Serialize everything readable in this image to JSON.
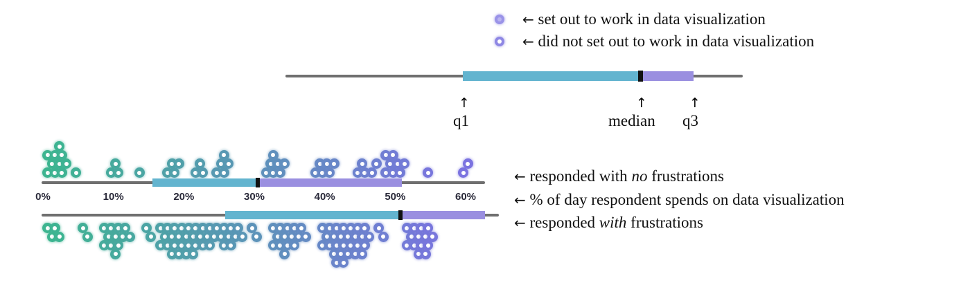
{
  "legend": {
    "items": [
      {
        "marker": "filled-circle-icon",
        "arrow": "←",
        "label": "set out to work in data visualization"
      },
      {
        "marker": "hollow-circle-icon",
        "arrow": "←",
        "label": "did not set out to work in data visualization"
      }
    ]
  },
  "key_boxplot": {
    "annotations": [
      {
        "arrow": "↑",
        "label": "q1"
      },
      {
        "arrow": "↑",
        "label": "median"
      },
      {
        "arrow": "↑",
        "label": "q3"
      }
    ]
  },
  "axis": {
    "tick_labels": [
      "0%",
      "10%",
      "20%",
      "30%",
      "40%",
      "50%",
      "60%"
    ],
    "caption_arrow": "←",
    "caption": "% of day respondent spends on data visualization"
  },
  "groups": [
    {
      "arrow": "←",
      "label_prefix": "responded with ",
      "label_em": "no",
      "label_suffix": " frustrations"
    },
    {
      "arrow": "←",
      "label_prefix": "responded ",
      "label_em": "with",
      "label_suffix": " frustrations"
    }
  ],
  "colors": {
    "q1_box": "#63b4cf",
    "q3_box": "#9a8fe0",
    "median_tick": "#111111",
    "whisker": "#6f6f6f",
    "dot_low": "#3cb68f",
    "dot_high": "#7b73e0",
    "background": "#ffffff"
  },
  "chart_data": {
    "type": "scatter",
    "title": "",
    "xlabel": "% of day respondent spends on data visualization",
    "ylabel": "",
    "xlim": [
      0,
      65
    ],
    "xticks": [
      0,
      10,
      20,
      30,
      40,
      50,
      60
    ],
    "grid": false,
    "legend_position": "top-right",
    "encoding": {
      "dot_fill": "filled = set out to work in data visualization; hollow = did not set out to work in data visualization",
      "dot_color": "green/teal at low percentages grading to blue/purple at high percentages"
    },
    "key_boxplot": {
      "whisker_min": 2,
      "q1": 26,
      "median": 49,
      "q3": 56,
      "whisker_max": 62
    },
    "series": [
      {
        "name": "responded with no frustrations",
        "boxplot": {
          "whisker_min": 1,
          "q1": 15,
          "median": 29,
          "q3": 49,
          "whisker_max": 62
        },
        "dot_stacks": [
          {
            "x": 1,
            "count": 3
          },
          {
            "x": 2,
            "count": 4
          },
          {
            "x": 3,
            "count": 3
          },
          {
            "x": 5,
            "count": 1
          },
          {
            "x": 10,
            "count": 2
          },
          {
            "x": 11,
            "count": 1
          },
          {
            "x": 14,
            "count": 1
          },
          {
            "x": 18,
            "count": 2
          },
          {
            "x": 19,
            "count": 2
          },
          {
            "x": 22,
            "count": 2
          },
          {
            "x": 23,
            "count": 1
          },
          {
            "x": 25,
            "count": 2
          },
          {
            "x": 26,
            "count": 3
          },
          {
            "x": 32,
            "count": 2
          },
          {
            "x": 33,
            "count": 3
          },
          {
            "x": 34,
            "count": 2
          },
          {
            "x": 39,
            "count": 2
          },
          {
            "x": 40,
            "count": 2
          },
          {
            "x": 41,
            "count": 2
          },
          {
            "x": 45,
            "count": 2
          },
          {
            "x": 46,
            "count": 1
          },
          {
            "x": 47,
            "count": 2
          },
          {
            "x": 49,
            "count": 3
          },
          {
            "x": 50,
            "count": 3
          },
          {
            "x": 51,
            "count": 2
          },
          {
            "x": 55,
            "count": 1
          },
          {
            "x": 60,
            "count": 2
          }
        ]
      },
      {
        "name": "responded with frustrations",
        "boxplot": {
          "whisker_min": 1,
          "q1": 24,
          "median": 47,
          "q3": 57,
          "whisker_max": 63
        },
        "dot_stacks": [
          {
            "x": 1,
            "count": 2
          },
          {
            "x": 2,
            "count": 2
          },
          {
            "x": 6,
            "count": 2
          },
          {
            "x": 9,
            "count": 3
          },
          {
            "x": 10,
            "count": 4
          },
          {
            "x": 11,
            "count": 3
          },
          {
            "x": 12,
            "count": 2
          },
          {
            "x": 15,
            "count": 2
          },
          {
            "x": 17,
            "count": 3
          },
          {
            "x": 18,
            "count": 4
          },
          {
            "x": 19,
            "count": 4
          },
          {
            "x": 20,
            "count": 4
          },
          {
            "x": 21,
            "count": 4
          },
          {
            "x": 22,
            "count": 3
          },
          {
            "x": 23,
            "count": 3
          },
          {
            "x": 24,
            "count": 3
          },
          {
            "x": 25,
            "count": 2
          },
          {
            "x": 26,
            "count": 3
          },
          {
            "x": 27,
            "count": 3
          },
          {
            "x": 28,
            "count": 2
          },
          {
            "x": 30,
            "count": 2
          },
          {
            "x": 33,
            "count": 3
          },
          {
            "x": 34,
            "count": 4
          },
          {
            "x": 35,
            "count": 3
          },
          {
            "x": 36,
            "count": 3
          },
          {
            "x": 37,
            "count": 2
          },
          {
            "x": 40,
            "count": 3
          },
          {
            "x": 41,
            "count": 4
          },
          {
            "x": 42,
            "count": 5
          },
          {
            "x": 43,
            "count": 5
          },
          {
            "x": 44,
            "count": 4
          },
          {
            "x": 45,
            "count": 4
          },
          {
            "x": 46,
            "count": 3
          },
          {
            "x": 48,
            "count": 2
          },
          {
            "x": 52,
            "count": 3
          },
          {
            "x": 53,
            "count": 4
          },
          {
            "x": 54,
            "count": 4
          },
          {
            "x": 55,
            "count": 3
          }
        ]
      }
    ]
  }
}
